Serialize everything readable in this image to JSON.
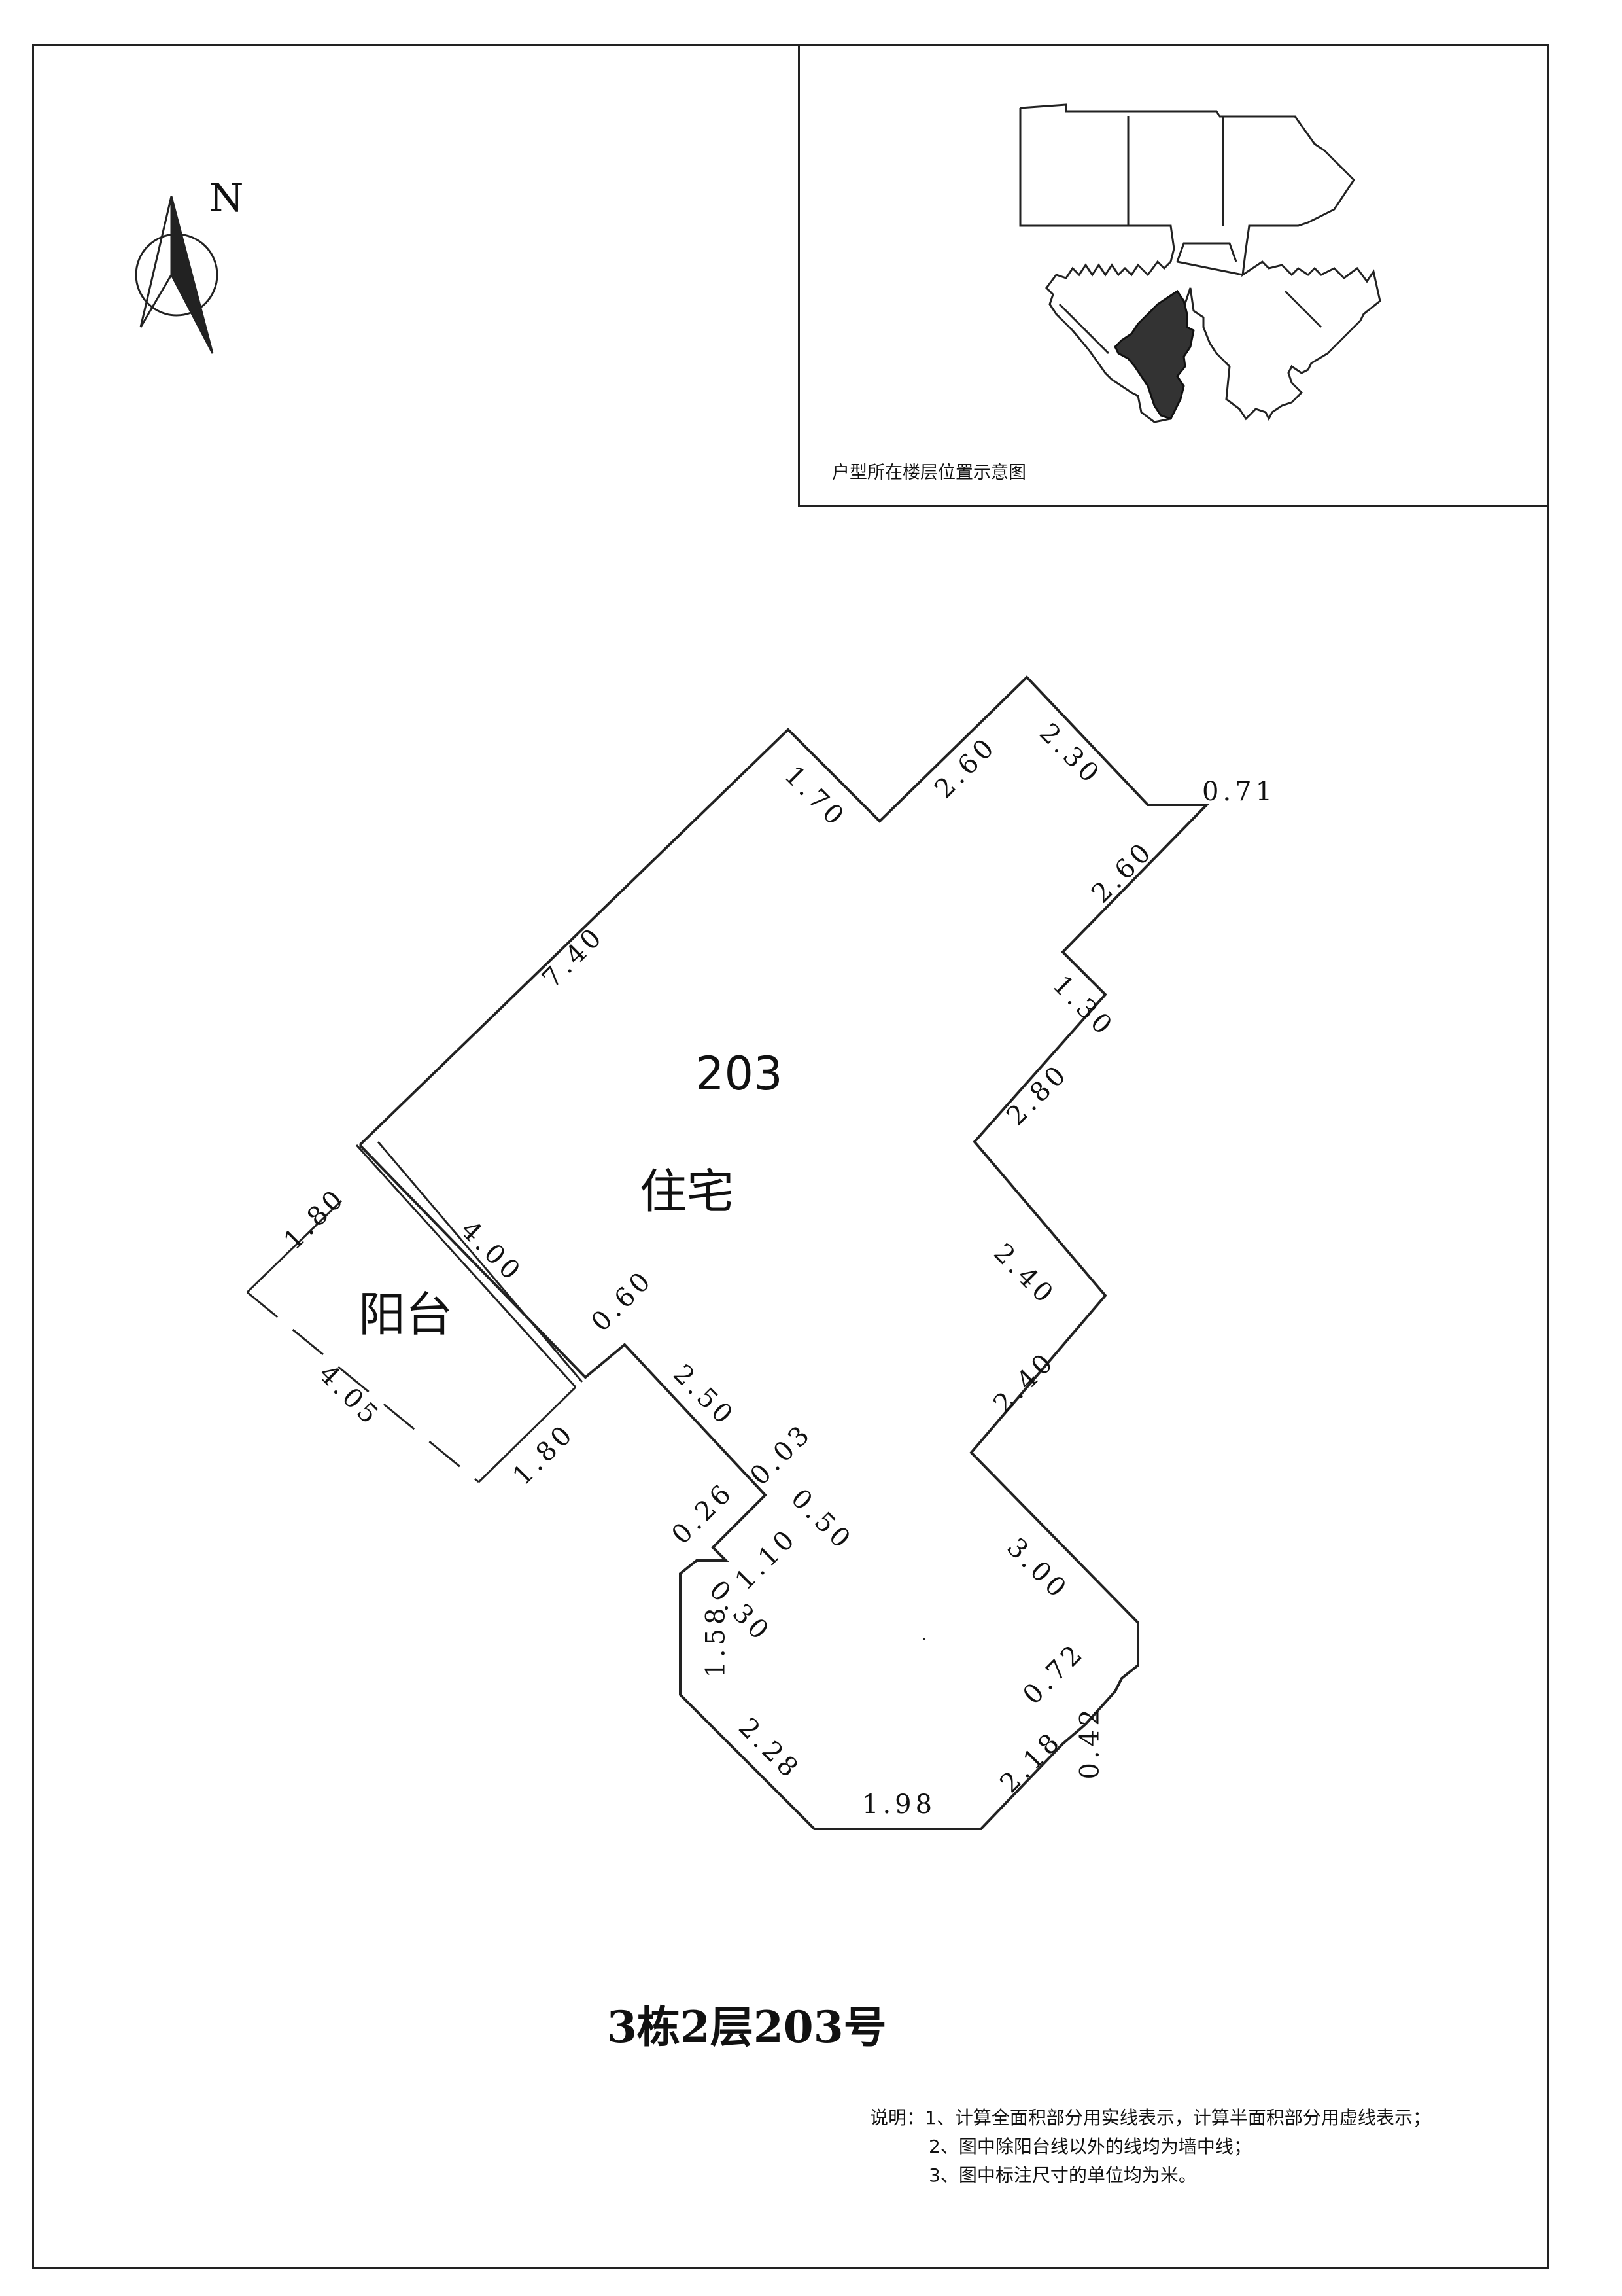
{
  "north": {
    "letter": "N"
  },
  "inset": {
    "caption": "户型所在楼层位置示意图"
  },
  "plan": {
    "unit_number": "203",
    "residence_label": "住宅",
    "balcony_label": "阳台",
    "dimensions": {
      "d_740": "7.40",
      "d_170": "1.70",
      "d_260a": "2.60",
      "d_230": "2.30",
      "d_071": "0.71",
      "d_260b": "2.60",
      "d_130": "1.30",
      "d_280": "2.80",
      "d_240a": "2.40",
      "d_240b": "2.40",
      "d_300": "3.00",
      "d_072": "0.72",
      "d_042": "0.42",
      "d_218": "2.18",
      "d_198": "1.98",
      "d_228": "2.28",
      "d_158": "1.58",
      "d_030": "0.30",
      "d_110": "1.10",
      "d_026": "0.26",
      "d_050": "0.50",
      "d_003": "0.03",
      "d_250": "2.50",
      "d_060": "0.60",
      "d_400": "4.00",
      "d_180a": "1.80",
      "d_405": "4.05",
      "d_180b": "1.80"
    }
  },
  "title": "3栋2层203号",
  "notes": {
    "line1": "说明：1、计算全面积部分用实线表示，计算半面积部分用虚线表示；",
    "line2": "2、图中除阳台线以外的线均为墙中线；",
    "line3": "3、图中标注尺寸的单位均为米。"
  }
}
